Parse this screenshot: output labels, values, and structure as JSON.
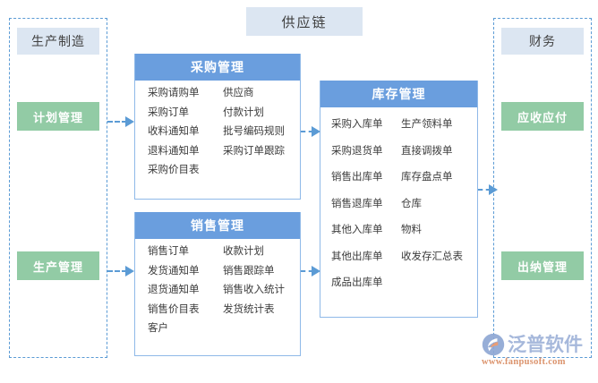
{
  "diagram": {
    "title": "供应链",
    "brand": {
      "name": "泛普软件",
      "url": "www.fanpusoft.com",
      "mark": "fanpu-logo-icon"
    }
  },
  "left_group": {
    "frame_name": "manufacturing-group",
    "header": "生产制造",
    "nodes": [
      {
        "label": "计划管理"
      },
      {
        "label": "生产管理"
      }
    ]
  },
  "right_group": {
    "frame_name": "finance-group",
    "header": "财务",
    "nodes": [
      {
        "label": "应收应付"
      },
      {
        "label": "出纳管理"
      }
    ]
  },
  "cards": [
    {
      "id": "purchase",
      "title": "采购管理",
      "col1": [
        "采购请购单",
        "采购订单",
        "收料通知单",
        "退料通知单",
        "采购价目表"
      ],
      "col2": [
        "供应商",
        "付款计划",
        "批号编码规则",
        "采购订单跟踪"
      ]
    },
    {
      "id": "sales",
      "title": "销售管理",
      "col1": [
        "销售订单",
        "发货通知单",
        "退货通知单",
        "销售价目表",
        "客户"
      ],
      "col2": [
        "收款计划",
        "销售跟踪单",
        "销售收入统计",
        "发货统计表"
      ]
    },
    {
      "id": "inventory",
      "title": "库存管理",
      "col1": [
        "采购入库单",
        "采购退货单",
        "销售出库单",
        "销售退库单",
        "其他入库单",
        "其他出库单",
        "成品出库单"
      ],
      "col2": [
        "生产领料单",
        "直接调拨单",
        "库存盘点单",
        "仓库",
        "物料",
        "收发存汇总表"
      ]
    }
  ],
  "arrows": [
    {
      "name": "plan-to-purchase"
    },
    {
      "name": "production-to-sales"
    },
    {
      "name": "purchase-to-inventory"
    },
    {
      "name": "sales-to-inventory"
    },
    {
      "name": "inventory-to-finance"
    }
  ],
  "colors": {
    "header_blue": "#6A9EDE",
    "chip_blue": "#DCE6F2",
    "chip_green": "#92CBA5",
    "dashed_blue": "#5B9BD5",
    "card_border": "#8FB9E8",
    "brand_text": "#9FB3D9",
    "brand_url": "#D98A60"
  }
}
